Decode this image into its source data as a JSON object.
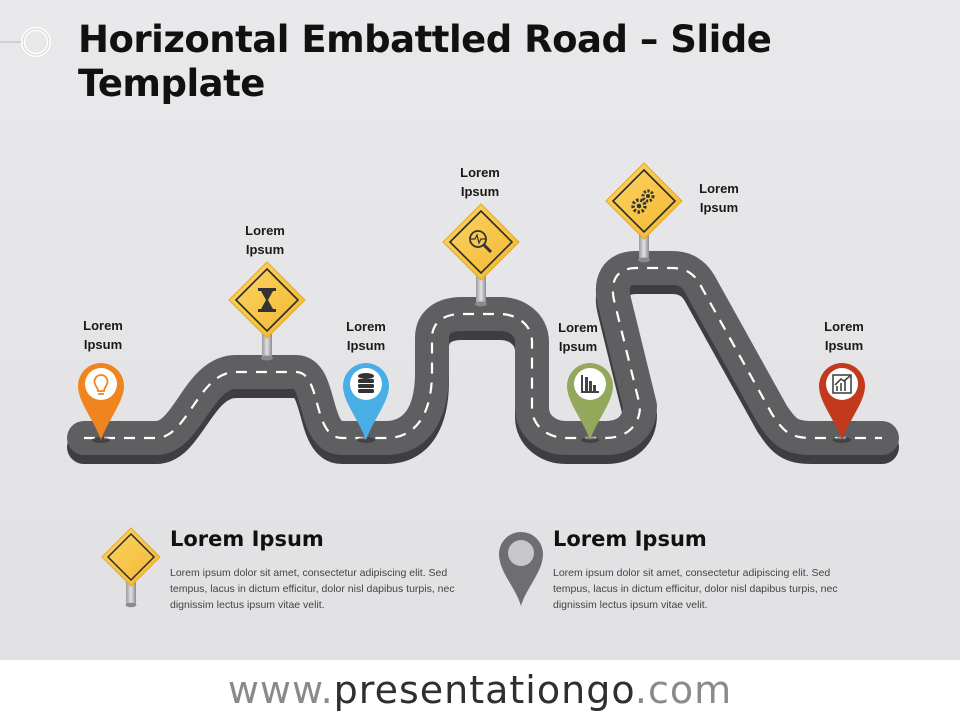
{
  "title": "Horizontal Embattled Road – Slide Template",
  "colors": {
    "road": "#5d5d5f",
    "road_edge": "#47474a",
    "sign_yellow": "#f7c64a",
    "pin_orange": "#f0851f",
    "pin_blue": "#4aaee6",
    "pin_green": "#93a85a",
    "pin_red": "#c2391c"
  },
  "milestones": [
    {
      "label_line1": "Lorem",
      "label_line2": "Ipsum",
      "marker": "pin",
      "icon": "lightbulb-icon"
    },
    {
      "label_line1": "Lorem",
      "label_line2": "Ipsum",
      "marker": "sign",
      "icon": "hourglass-icon"
    },
    {
      "label_line1": "Lorem",
      "label_line2": "Ipsum",
      "marker": "pin",
      "icon": "database-icon"
    },
    {
      "label_line1": "Lorem",
      "label_line2": "Ipsum",
      "marker": "sign",
      "icon": "search-pulse-icon"
    },
    {
      "label_line1": "Lorem",
      "label_line2": "Ipsum",
      "marker": "pin",
      "icon": "bar-chart-icon"
    },
    {
      "label_line1": "Lorem",
      "label_line2": "Ipsum",
      "marker": "sign",
      "icon": "gears-icon"
    },
    {
      "label_line1": "Lorem",
      "label_line2": "Ipsum",
      "marker": "pin",
      "icon": "growth-chart-icon"
    }
  ],
  "legend": [
    {
      "title": "Lorem Ipsum",
      "icon": "road-sign-icon",
      "text": "Lorem ipsum dolor sit amet, consectetur adipiscing elit. Sed tempus, lacus in dictum efficitur, dolor nisl dapibus turpis, nec dignissim lectus ipsum vitae velit."
    },
    {
      "title": "Lorem Ipsum",
      "icon": "map-pin-icon",
      "text": "Lorem ipsum dolor sit amet, consectetur adipiscing elit. Sed tempus, lacus in dictum efficitur, dolor nisl dapibus turpis, nec dignissim lectus ipsum vitae velit."
    }
  ],
  "footer": {
    "prefix": "www.",
    "brand": "presentationgo",
    "suffix": ".com"
  }
}
